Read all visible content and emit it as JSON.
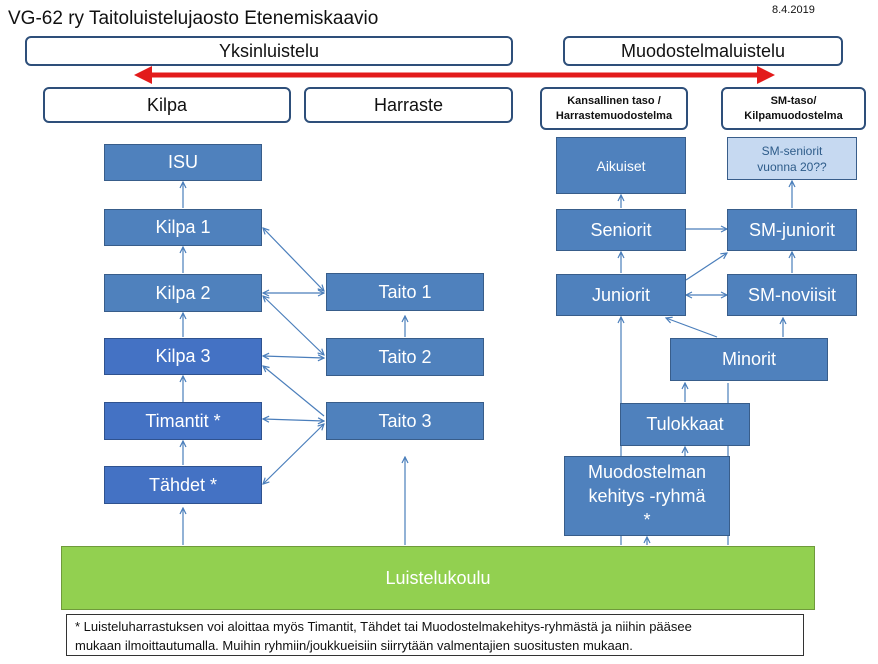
{
  "title": "VG-62 ry Taitoluistelujaosto Etenemiskaavio",
  "date": "8.4.2019",
  "headers": {
    "yksinluistelu": "Yksinluistelu",
    "muodostelmaluistelu": "Muodostelmaluistelu",
    "kilpa": "Kilpa",
    "harraste": "Harraste",
    "kansallinen_line1": "Kansallinen taso /",
    "kansallinen_line2": "Harrastemuodostelma",
    "sm_taso_line1": "SM-taso/",
    "sm_taso_line2": "Kilpamuodostelma"
  },
  "nodes": {
    "isu": "ISU",
    "kilpa1": "Kilpa 1",
    "kilpa2": "Kilpa 2",
    "kilpa3": "Kilpa 3",
    "timantit": "Timantit *",
    "tahdet": "Tähdet *",
    "taito1": "Taito 1",
    "taito2": "Taito 2",
    "taito3": "Taito 3",
    "aikuiset": "Aikuiset",
    "sm_seniorit_line1": "SM-seniorit",
    "sm_seniorit_line2": "vuonna 20??",
    "seniorit": "Seniorit",
    "sm_juniorit": "SM-juniorit",
    "juniorit": "Juniorit",
    "sm_noviisit": "SM-noviisit",
    "minorit": "Minorit",
    "tulokkaat": "Tulokkaat",
    "kehitys_line1": "Muodostelman",
    "kehitys_line2": "kehitys -ryhmä",
    "kehitys_line3": "*",
    "luistelukoulu": "Luistelukoulu"
  },
  "note": {
    "line1": "* Luisteluharrastuksen voi aloittaa myös Timantit, Tähdet tai Muodostelmakehitys-ryhmästä ja niihin pääsee",
    "line2": "mukaan ilmoittautumalla. Muihin ryhmiin/joukkueisiin siirrytään valmentajien suositusten mukaan."
  },
  "colors": {
    "node_fill": "#4f81bd",
    "node_fill_dark": "#4472c4",
    "node_border": "#385d8a",
    "header_border": "#2e4f7a",
    "school_fill": "#92d050",
    "light_node_fill": "#c6d9f1",
    "red_arrow": "#e31b1b",
    "connector": "#4a7ebb"
  }
}
